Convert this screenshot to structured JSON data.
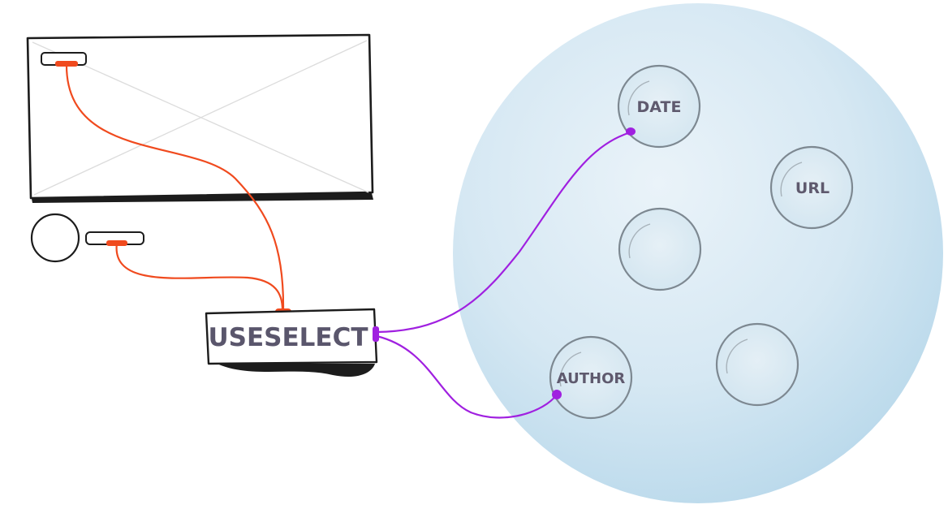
{
  "hook": {
    "label": "USESELECT"
  },
  "store": {
    "fields": [
      {
        "label": "DATE"
      },
      {
        "label": "URL"
      },
      {
        "label": ""
      },
      {
        "label": "AUTHOR"
      },
      {
        "label": ""
      }
    ]
  },
  "colors": {
    "component_link": "#f04a1e",
    "store_link": "#a020e0",
    "store_fill": "#cfe4f1",
    "outline": "#1c1c1c",
    "label_text": "#5f5a6e"
  }
}
